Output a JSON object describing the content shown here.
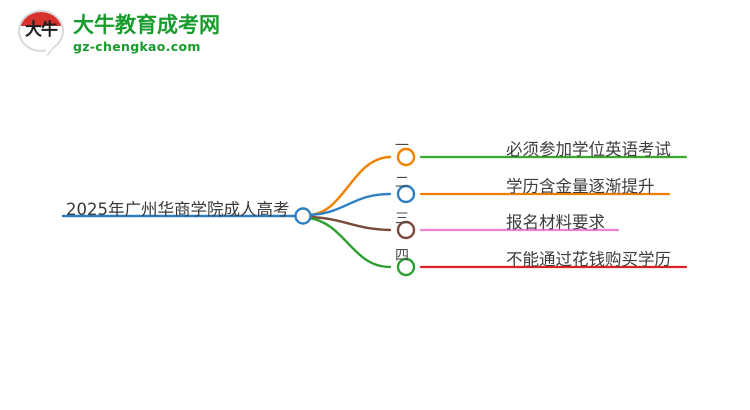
{
  "logo": {
    "mark_text": "大牛",
    "brand_cn": "大牛教育成考网",
    "brand_en": "gz-chengkao.com",
    "brand_color": "#199b2e",
    "mark_accent_color": "#d6312c"
  },
  "mindmap": {
    "root": {
      "label": "2025年广州华商学院成人高考",
      "line_color": "#2f7fc1",
      "node_color": "#2f7fc1"
    },
    "branches": [
      {
        "number": "一",
        "text": "必须参加学位英语考试",
        "connector_color": "#f08000",
        "node_color": "#f08000",
        "line_color": "#3aa82e"
      },
      {
        "number": "二",
        "text": "学历含金量逐渐提升",
        "connector_color": "#2f7fc1",
        "node_color": "#2f7fc1",
        "line_color": "#f08000"
      },
      {
        "number": "三",
        "text": "报名材料要求",
        "connector_color": "#7a4b3a",
        "node_color": "#7a4b3a",
        "line_color": "#ee82d6"
      },
      {
        "number": "四",
        "text": "不能通过花钱购买学历",
        "connector_color": "#2e9e33",
        "node_color": "#2e9e33",
        "line_color": "#dd2222"
      }
    ]
  }
}
